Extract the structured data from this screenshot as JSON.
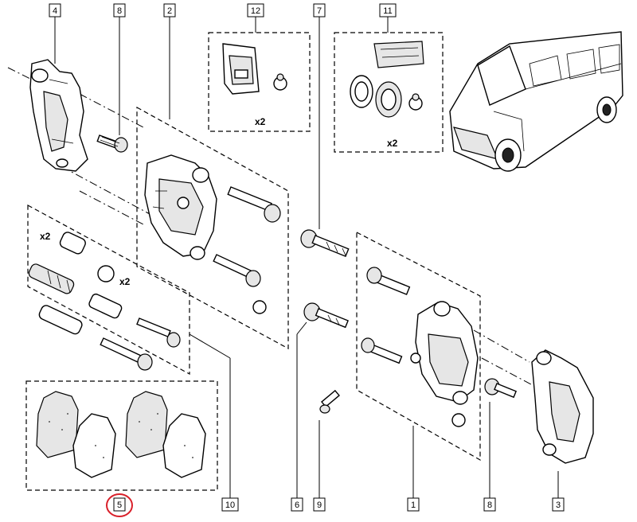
{
  "callouts": {
    "c4": "4",
    "c8a": "8",
    "c2": "2",
    "c12": "12",
    "c7": "7",
    "c11": "11",
    "c5": "5",
    "c10": "10",
    "c6": "6",
    "c9": "9",
    "c1": "1",
    "c8b": "8",
    "c3": "3"
  },
  "multipliers": {
    "kit12": "x2",
    "kit11": "x2",
    "sleeves": "x2",
    "caps": "x2"
  },
  "highlight": {
    "color": "#d9202a",
    "target": "5"
  }
}
